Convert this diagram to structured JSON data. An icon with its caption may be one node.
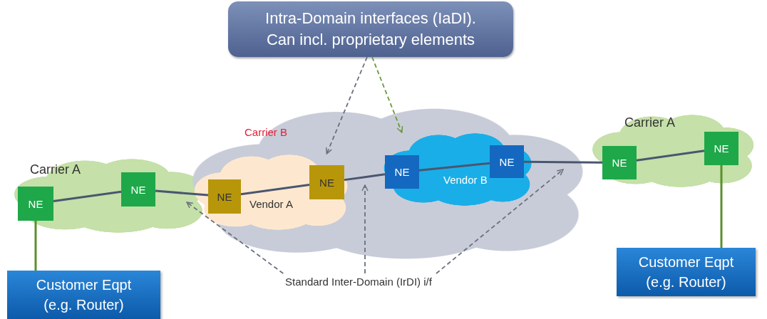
{
  "diagram": {
    "nodes": [
      {
        "text": [
          "Intra-Domain interfaces (IaDI). Can incl. proprietary elements"
        ]
      },
      {
        "text": [
          "Carrier A"
        ]
      },
      {
        "text": [
          "NE"
        ],
        "in": 1
      },
      {
        "text": [
          "NE"
        ],
        "in": 1
      },
      {
        "text": [
          "Customer Eqpt (e.g. Router)"
        ]
      },
      {
        "text": [
          "Carrier B"
        ]
      },
      {
        "text": [
          "Vendor A"
        ],
        "in": 5
      },
      {
        "text": [
          "NE"
        ],
        "in": 6
      },
      {
        "text": [
          "NE"
        ],
        "in": 6
      },
      {
        "text": [
          "Vendor B"
        ],
        "in": 5
      },
      {
        "text": [
          "NE"
        ],
        "in": 9
      },
      {
        "text": [
          "NE"
        ],
        "in": 9
      },
      {
        "text": [
          "Carrier A"
        ]
      },
      {
        "text": [
          "NE"
        ],
        "in": 12
      },
      {
        "text": [
          "NE"
        ],
        "in": 12
      },
      {
        "text": [
          "Customer Eqpt (e.g. Router)"
        ]
      },
      {
        "text": [
          "Standard Inter-Domain (IrDI) i/f"
        ]
      }
    ],
    "edges": [
      {
        "from": 2,
        "to": 3,
        "arrow": "none"
      },
      {
        "from": 3,
        "to": 7,
        "arrow": "none"
      },
      {
        "from": 7,
        "to": 8,
        "arrow": "none"
      },
      {
        "from": 8,
        "to": 10,
        "arrow": "none"
      },
      {
        "from": 10,
        "to": 11,
        "arrow": "none"
      },
      {
        "from": 11,
        "to": 13,
        "arrow": "none"
      },
      {
        "from": 13,
        "to": 14,
        "arrow": "none"
      },
      {
        "from": 2,
        "to": 4,
        "arrow": "none",
        "color": "#5a8f2e"
      },
      {
        "from": 14,
        "to": 15,
        "arrow": "none",
        "color": "#5a8f2e"
      },
      {
        "from": 0,
        "to": 6,
        "arrow": "to",
        "style": "dashed",
        "color": "#6b7080"
      },
      {
        "from": 0,
        "to": 9,
        "arrow": "to",
        "style": "dashed",
        "color": "#6a9a3a"
      },
      {
        "from": 16,
        "to": 5,
        "arrow": "to",
        "style": "dashed",
        "color": "#6b7080"
      },
      {
        "from": 16,
        "to": 5,
        "arrow": "to",
        "style": "dashed",
        "color": "#6b7080"
      },
      {
        "from": 16,
        "to": 5,
        "arrow": "to",
        "style": "dashed",
        "color": "#6b7080"
      }
    ]
  }
}
